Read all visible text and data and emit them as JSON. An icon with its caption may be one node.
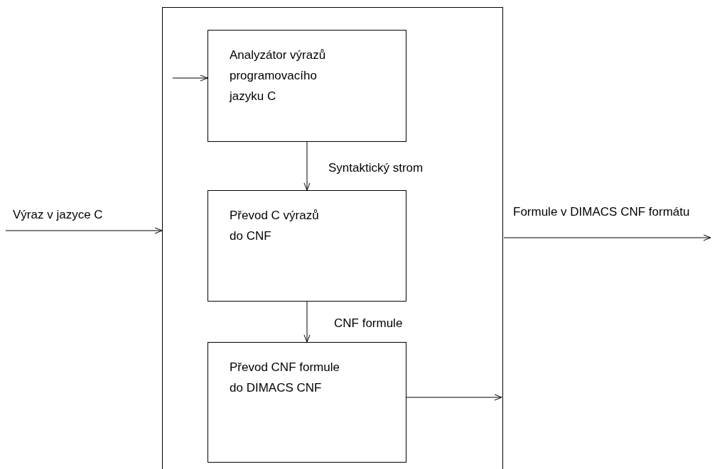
{
  "diagram": {
    "nodes": [
      {
        "text": [],
        "shape": "box"
      },
      {
        "text": [
          "Analyzátor výrazů programovacího jazyku C"
        ],
        "in": 0
      },
      {
        "text": [
          "Převod C výrazů do CNF"
        ],
        "in": 0
      },
      {
        "text": [
          "Převod CNF formule do DIMACS CNF"
        ],
        "in": 0
      }
    ],
    "edges": [
      {
        "from": null,
        "to": 1,
        "arrow": "to"
      },
      {
        "from": 1,
        "to": 2,
        "arrow": "to",
        "label": "Syntaktický strom"
      },
      {
        "from": 2,
        "to": 3,
        "arrow": "to",
        "label": "CNF formule"
      },
      {
        "from": null,
        "to": 0,
        "arrow": "to",
        "label": "Výraz v jazyce C"
      },
      {
        "from": 3,
        "to": 0,
        "arrow": "to"
      },
      {
        "from": 0,
        "to": null,
        "arrow": "to",
        "label": "Formule v DIMACS CNF formátu"
      }
    ]
  }
}
